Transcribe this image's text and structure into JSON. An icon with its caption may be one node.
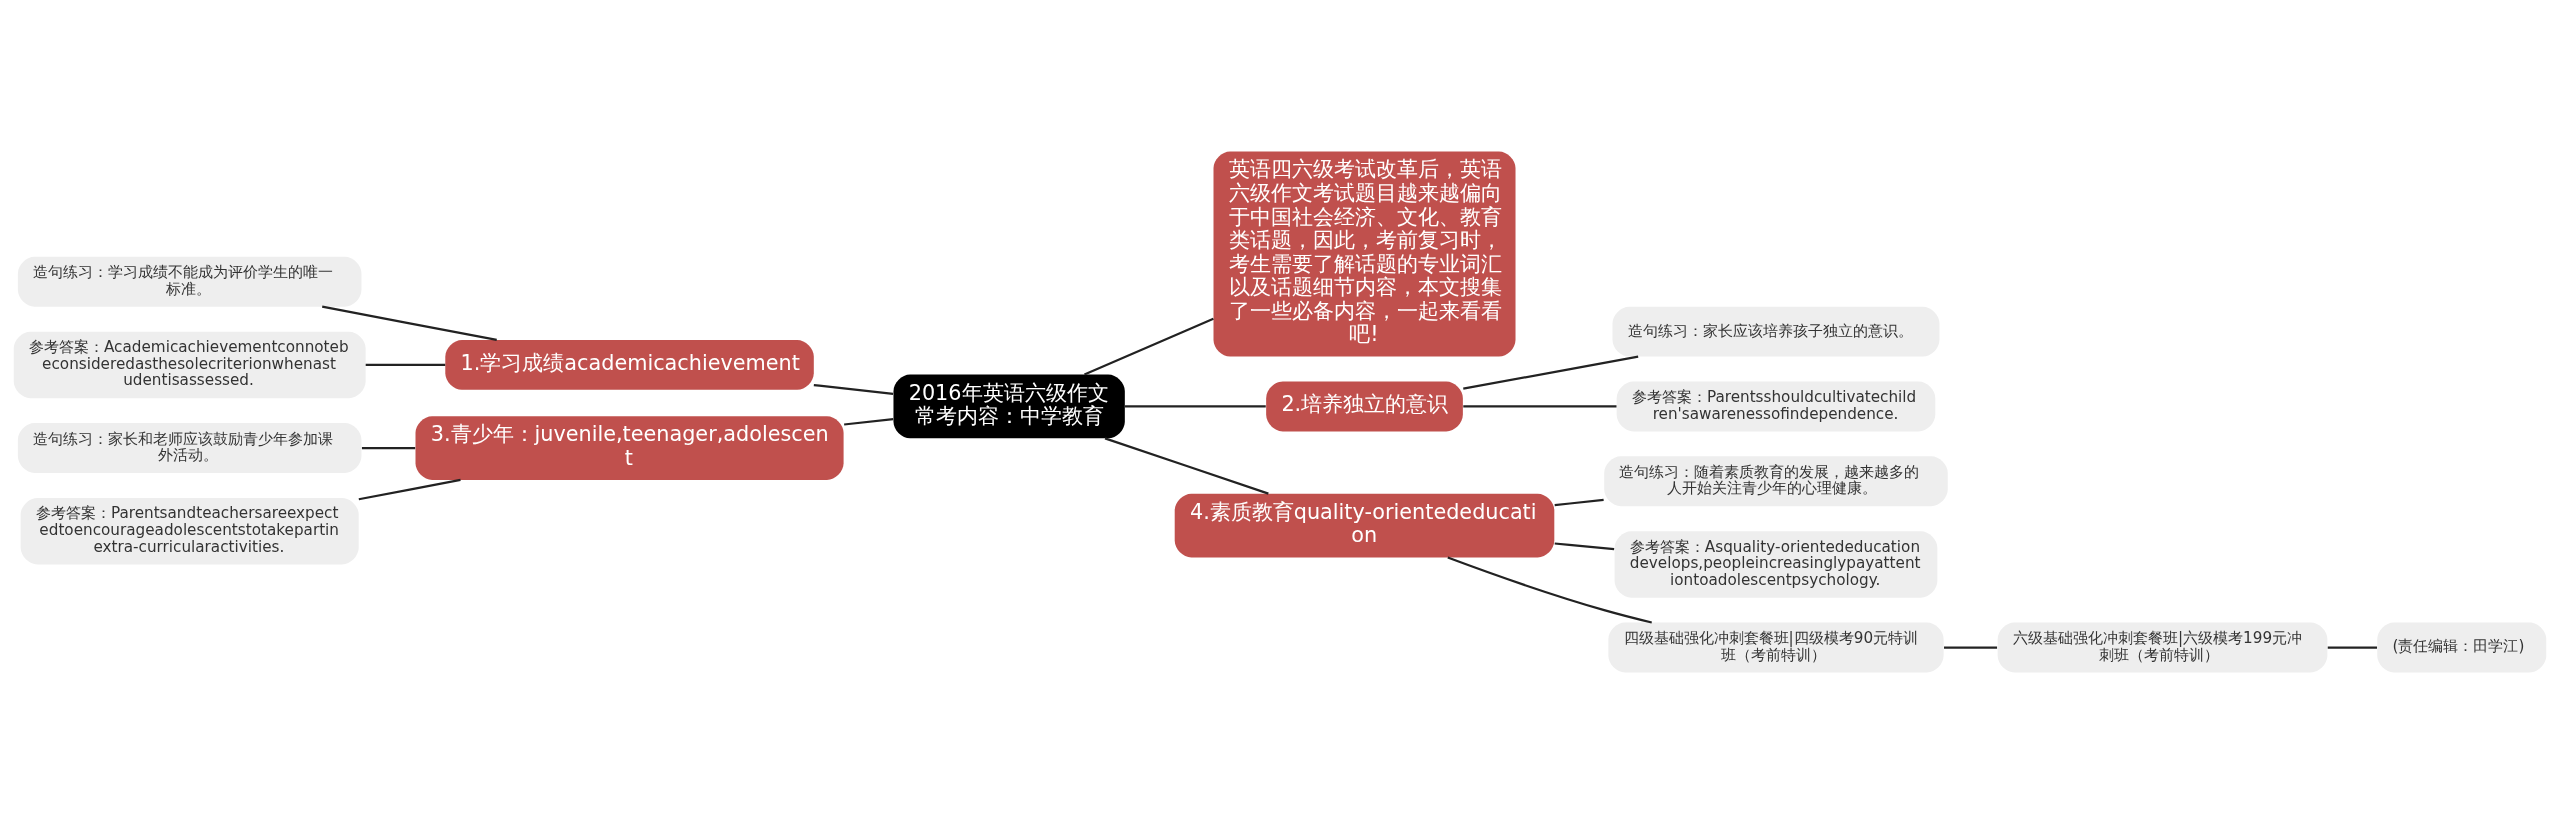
{
  "diagram": {
    "nodes": [
      {
        "text": [
          "2016年英语六级作文常考内容：中学教育"
        ]
      },
      {
        "text": [
          "1.学习成绩academicachievement"
        ]
      },
      {
        "text": [
          "造句练习：学习成绩不能成为评价学生的唯一标准。"
        ]
      },
      {
        "text": [
          "参考答案：Academicachievementconnotebeconsideredasthesolecriterionwhenastudentisassessed."
        ]
      },
      {
        "text": [
          "3.青少年：juvenile,teenager,adolescent"
        ]
      },
      {
        "text": [
          "造句练习：家长和老师应该鼓励青少年参加课外活动。"
        ]
      },
      {
        "text": [
          "参考答案：Parentsandteachersareexpectedtoencourageadolescentstotakepartinextra-curricularactivities."
        ]
      },
      {
        "text": [
          "英语四六级考试改革后，英语六级作文考试题目越来越偏向于中国社会经济、文化、教育类话题，因此，考前复习时，考生需要了解话题的专业词汇以及话题细节内容，本文搜集了一些必备内容，一起来看看吧!"
        ]
      },
      {
        "text": [
          "2.培养独立的意识"
        ]
      },
      {
        "text": [
          "造句练习：家长应该培养孩子独立的意识。"
        ]
      },
      {
        "text": [
          "参考答案：Parentsshouldcultivatechildren'sawarenessofindependence."
        ]
      },
      {
        "text": [
          "4.素质教育quality-orientededucation"
        ]
      },
      {
        "text": [
          "造句练习：随着素质教育的发展，越来越多的人开始关注青少年的心理健康。"
        ]
      },
      {
        "text": [
          "参考答案：Asquality-orientededucationdevelops,peopleincreasinglypayattentiontoadolescentpsychology."
        ]
      },
      {
        "text": [
          "四级基础强化冲刺套餐班|四级模考90元特训班（考前特训）"
        ]
      },
      {
        "text": [
          "六级基础强化冲刺套餐班|六级模考199元冲刺班（考前特训）"
        ]
      },
      {
        "text": [
          "(责任编辑：田学江)"
        ]
      }
    ],
    "edges": [
      {
        "from": 0,
        "to": 1,
        "arrow": "none"
      },
      {
        "from": 1,
        "to": 2,
        "arrow": "none"
      },
      {
        "from": 1,
        "to": 3,
        "arrow": "none"
      },
      {
        "from": 0,
        "to": 4,
        "arrow": "none"
      },
      {
        "from": 4,
        "to": 5,
        "arrow": "none"
      },
      {
        "from": 4,
        "to": 6,
        "arrow": "none"
      },
      {
        "from": 0,
        "to": 7,
        "arrow": "none"
      },
      {
        "from": 0,
        "to": 8,
        "arrow": "none"
      },
      {
        "from": 8,
        "to": 9,
        "arrow": "none"
      },
      {
        "from": 8,
        "to": 10,
        "arrow": "none"
      },
      {
        "from": 0,
        "to": 11,
        "arrow": "none"
      },
      {
        "from": 11,
        "to": 12,
        "arrow": "none"
      },
      {
        "from": 11,
        "to": 13,
        "arrow": "none"
      },
      {
        "from": 11,
        "to": 14,
        "arrow": "none"
      },
      {
        "from": 14,
        "to": 15,
        "arrow": "none"
      },
      {
        "from": 15,
        "to": 16,
        "arrow": "none"
      }
    ]
  }
}
